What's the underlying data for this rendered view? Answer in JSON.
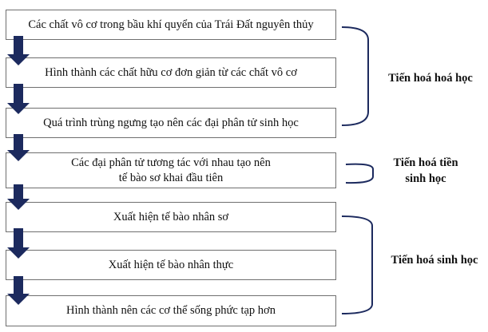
{
  "steps": [
    "Các chất vô cơ trong bầu khí quyển của Trái Đất nguyên thủy",
    "Hình thành các chất hữu cơ đơn giản từ các chất vô cơ",
    "Quá trình trùng ngưng tạo nên các đại phân tử sinh học",
    "Các đại phân tử tương tác với nhau tạo nên\ntế bào sơ khai đầu tiên",
    "Xuất hiện tế bào nhân sơ",
    "Xuất hiện tế bào nhân thực",
    "Hình thành nên các cơ thể sống phức tạp hơn"
  ],
  "stage1": "Tiến hoá hoá học",
  "stage2_line1": "Tiến hoá tiền",
  "stage2_line2": "sinh học",
  "stage3": "Tiến hoá sinh học",
  "colors": {
    "arrow": "#1c2a5e",
    "bracket": "#1c2a5e",
    "box_border": "#6f6f6f"
  }
}
